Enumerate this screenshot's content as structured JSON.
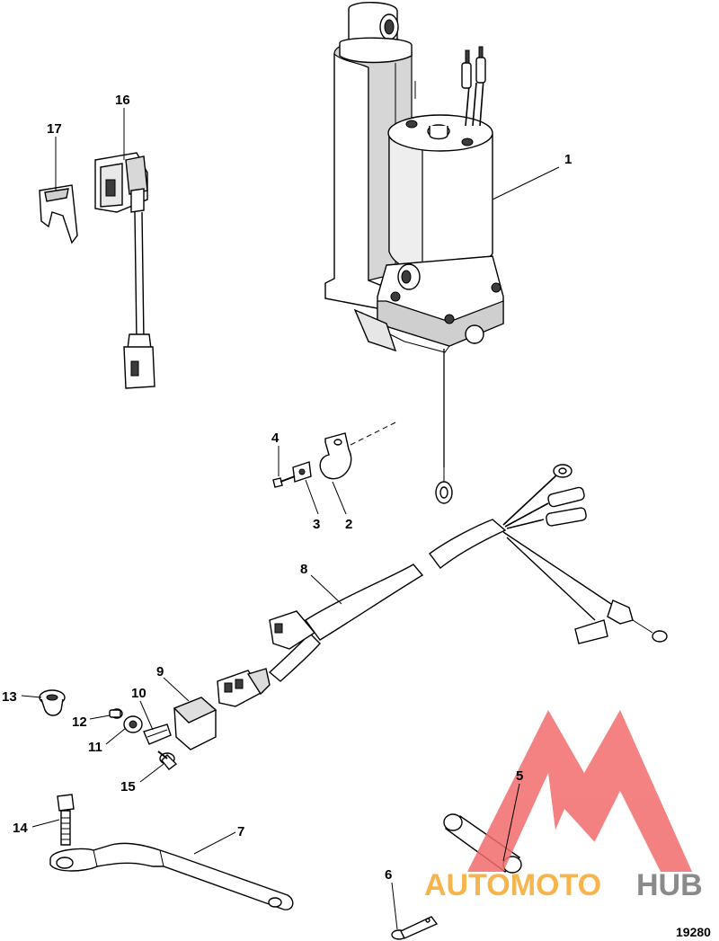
{
  "callouts": [
    "1",
    "2",
    "3",
    "4",
    "5",
    "6",
    "7",
    "8",
    "9",
    "10",
    "11",
    "12",
    "13",
    "14",
    "15",
    "16",
    "17"
  ],
  "figure_number": "19280",
  "watermark": {
    "text_part1": "AUTOMOTO",
    "text_part2": "HUB",
    "color_part1": "#f6b44a",
    "color_part2": "#8a8a8a",
    "logo_color": "#f26c6c"
  }
}
